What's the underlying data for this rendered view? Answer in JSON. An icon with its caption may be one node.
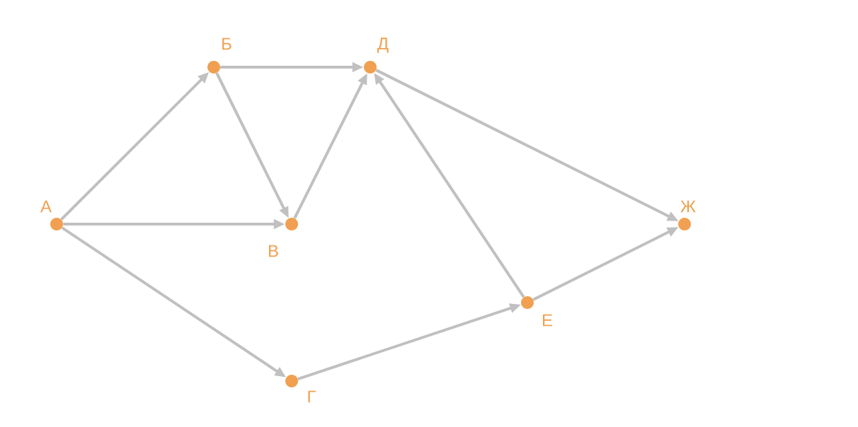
{
  "diagram": {
    "nodes": [
      {
        "text": [],
        "shape": "circle",
        "beside": [
          "А"
        ]
      },
      {
        "text": [],
        "shape": "circle",
        "beside": [
          "Б"
        ]
      },
      {
        "text": [],
        "shape": "circle",
        "beside": [
          "В"
        ]
      },
      {
        "text": [],
        "shape": "circle",
        "beside": [
          "Д"
        ]
      },
      {
        "text": [],
        "shape": "circle",
        "beside": [
          "Г"
        ]
      },
      {
        "text": [],
        "shape": "circle",
        "beside": [
          "Е"
        ]
      },
      {
        "text": [],
        "shape": "circle",
        "beside": [
          "Ж"
        ]
      }
    ],
    "edges": [
      {
        "from": 0,
        "to": 1,
        "arrow": "to"
      },
      {
        "from": 0,
        "to": 2,
        "arrow": "to"
      },
      {
        "from": 0,
        "to": 4,
        "arrow": "to"
      },
      {
        "from": 1,
        "to": 3,
        "arrow": "to"
      },
      {
        "from": 1,
        "to": 2,
        "arrow": "to"
      },
      {
        "from": 2,
        "to": 3,
        "arrow": "to"
      },
      {
        "from": 4,
        "to": 5,
        "arrow": "to"
      },
      {
        "from": 5,
        "to": 3,
        "arrow": "to"
      },
      {
        "from": 3,
        "to": 6,
        "arrow": "to"
      },
      {
        "from": 5,
        "to": 6,
        "arrow": "to"
      }
    ]
  }
}
